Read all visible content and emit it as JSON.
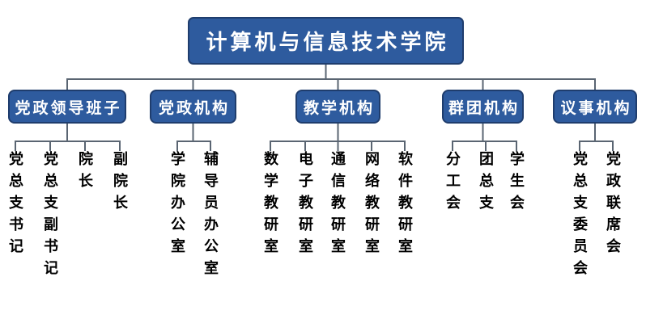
{
  "root": {
    "label": "计算机与信息技术学院"
  },
  "branches": [
    {
      "label": "党政领导班子",
      "children": [
        "党总支书记",
        "党总支副书记",
        "院长",
        "副院长"
      ]
    },
    {
      "label": "党政机构",
      "children": [
        "学院办公室",
        "辅导员办公室"
      ]
    },
    {
      "label": "教学机构",
      "children": [
        "数学教研室",
        "电子教研室",
        "通信教研室",
        "网络教研室",
        "软件教研室"
      ]
    },
    {
      "label": "群团机构",
      "children": [
        "分工会",
        "团总支",
        "学生会"
      ]
    },
    {
      "label": "议事机构",
      "children": [
        "党总支委员会",
        "党政联席会"
      ]
    }
  ],
  "colors": {
    "box_fill": "#2e5b9e",
    "box_border": "#1f3d6d",
    "box_text": "#ffffff",
    "line": "#5a6572",
    "text": "#000000"
  }
}
